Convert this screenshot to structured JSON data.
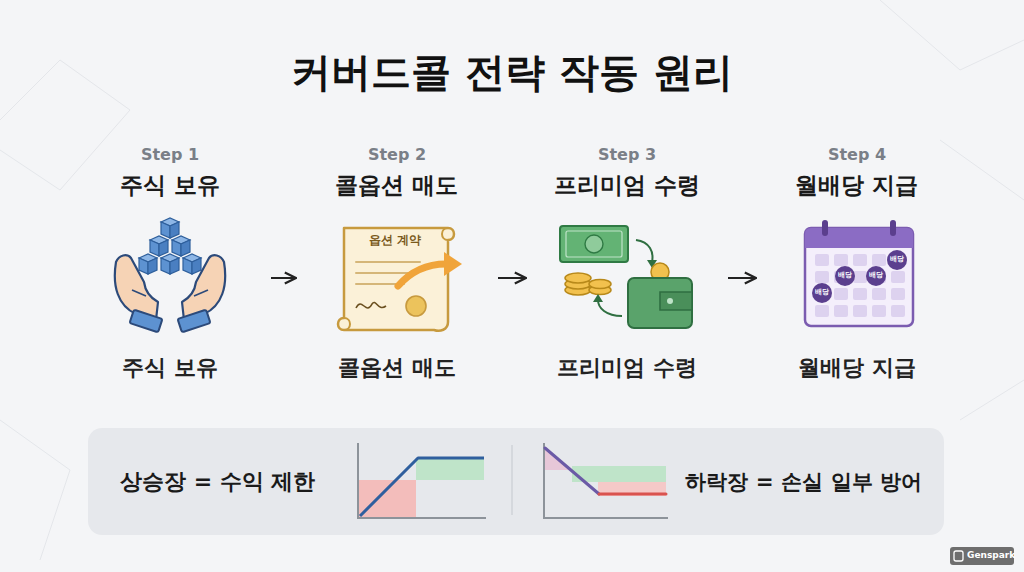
{
  "diagram": {
    "title": "커버드콜 전략 작동 원리",
    "nodes": [
      {
        "text": [
          "Step 1",
          "주식 보유",
          "주식 보유"
        ]
      },
      {
        "text": [
          "Step 2",
          "콜옵션 매도",
          "콜옵션 매도"
        ]
      },
      {
        "text": [
          "Step 3",
          "프리미엄 수령",
          "프리미엄 수령"
        ]
      },
      {
        "text": [
          "Step 4",
          "월배당 지급",
          "월배당 지급"
        ]
      },
      {
        "text": [
          "상승장 = 수익 제한",
          "하락장 = 손실 일부 방어"
        ]
      }
    ],
    "edges": [
      {
        "from": 0,
        "to": 1,
        "arrow": "to"
      },
      {
        "from": 1,
        "to": 2,
        "arrow": "to"
      },
      {
        "from": 2,
        "to": 3,
        "arrow": "to"
      }
    ],
    "labels": [
      "옵션 계약",
      "배당",
      "배당",
      "배당",
      "배당",
      "Genspark"
    ]
  }
}
